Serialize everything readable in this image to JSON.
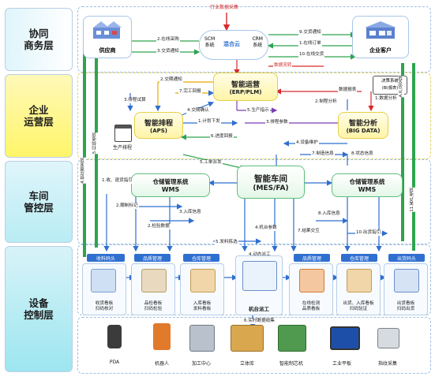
{
  "layers": {
    "collab": "协同\n商务层",
    "enterprise": "企业\n运营层",
    "workshop": "车间\n管控层",
    "device": "设备\n控制层"
  },
  "top": {
    "industry_data": "行业数据采集",
    "supplier": "供应商",
    "customer": "企业客户",
    "scm": "SCM\n系统",
    "hybrid_cloud": "混合云",
    "crm": "CRM\n系统"
  },
  "nodes": {
    "erp_title": "智能运营",
    "erp_sub": "(ERP/PLM)",
    "aps_title": "智能排程",
    "aps_sub": "(APS)",
    "aps_caption": "生产排程",
    "bigdata_title": "智能分析",
    "bigdata_sub": "(BIG DATA)",
    "decision_title": "决策系统",
    "decision_sub": "(BI/报表)",
    "mes_title": "智能车间",
    "mes_sub": "(MES/FA)",
    "wms_left_title": "仓储管理系统",
    "wms_left_sub": "WMS",
    "wms_right_title": "仓储管理系统",
    "wms_right_sub": "WMS"
  },
  "flow_labels": {
    "online_purchase": "2.在线采购",
    "delivery_notice_l": "3.交货通知",
    "delivery_notice_r": "9.交货通知",
    "online_order": "1.在线订单",
    "online_delivery": "10.在线交货",
    "data_transfer": "数据流转",
    "delivery_notice_erp": "2.交期通知",
    "work_order": "7.完工回报",
    "aps_feedback": "3.排程试算",
    "order_issue": "4.交期确认",
    "data_collect_bi": "数据报表",
    "data_analysis": "1.数据分析",
    "production_plan": "5.生产指示",
    "plan_issue": "1.计划下发",
    "exec_feedback": "2.制程分析",
    "schedule_params": "3.排程参数",
    "progress_feedback": "6.进度回报",
    "device_maint": "4.设备维护",
    "manufacture_info": "7.制造信息",
    "status_info": "8.状态信息",
    "work_dispatch": "5.工单派发",
    "receive_dispatch": "1.收、退货指引",
    "tag_print": "2.酿制标记",
    "inbound_info": "3.入库信息",
    "quality_data": "2.检验数据",
    "material_request": "4.机台参数",
    "dispatch_pull": "5.发料拣选",
    "station_report": "4.动态派工",
    "inbound_info2": "8.入库信息",
    "result_delivery": "7.结果交互",
    "outbound_guide": "10.出货指引",
    "realtime_collect": "6.实时数据收集",
    "supplier_delivery": "4.供应商发货",
    "scan_receive": "5.扫码收货",
    "customer_receive": "11.客户收货",
    "outbound_delivery": "A.产品交货"
  },
  "stations": [
    {
      "bar": "收料码头",
      "cap": "收货看板\n扫码核对"
    },
    {
      "bar": "品质管理",
      "cap": "品检看板\n扫码检验"
    },
    {
      "bar": "仓库管理",
      "cap": "入库看板\n发料看板"
    },
    {
      "bar": "",
      "cap": "机台派工"
    },
    {
      "bar": "品质管理",
      "cap": "在线检测\n品质看板"
    },
    {
      "bar": "仓库管理",
      "cap": "出货、入库看板\n扫码验证"
    },
    {
      "bar": "出货码头",
      "cap": "出货看板\n扫码出货"
    }
  ],
  "devices": [
    "PDA",
    "机器人",
    "加工中心",
    "立体库",
    "智能制芯机",
    "工业平板",
    "指纹采集"
  ],
  "colors": {
    "green": "#2ea44f",
    "blue": "#2f6fd0",
    "purple": "#7b3fb0",
    "red": "#d62b2b",
    "yellow_layer": "#fff56a",
    "cyan_layer": "#9de6f0"
  }
}
